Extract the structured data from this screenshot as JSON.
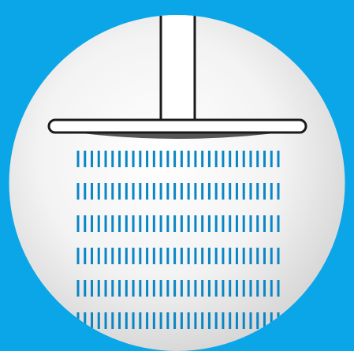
{
  "icon": {
    "name": "rain-shower-head-icon",
    "parts": [
      "circle-background",
      "shower-pipe",
      "shower-head-plate",
      "shower-head-shadow",
      "water-streams"
    ]
  },
  "colors": {
    "background": "#0aa6e8",
    "circle_light": "#ffffff",
    "circle_dark": "#d6d6d6",
    "outline": "#1a1a1a",
    "shadow": "#555555",
    "water": "#0a86c4"
  },
  "water": {
    "rows": 6,
    "drops_per_row": 30
  }
}
